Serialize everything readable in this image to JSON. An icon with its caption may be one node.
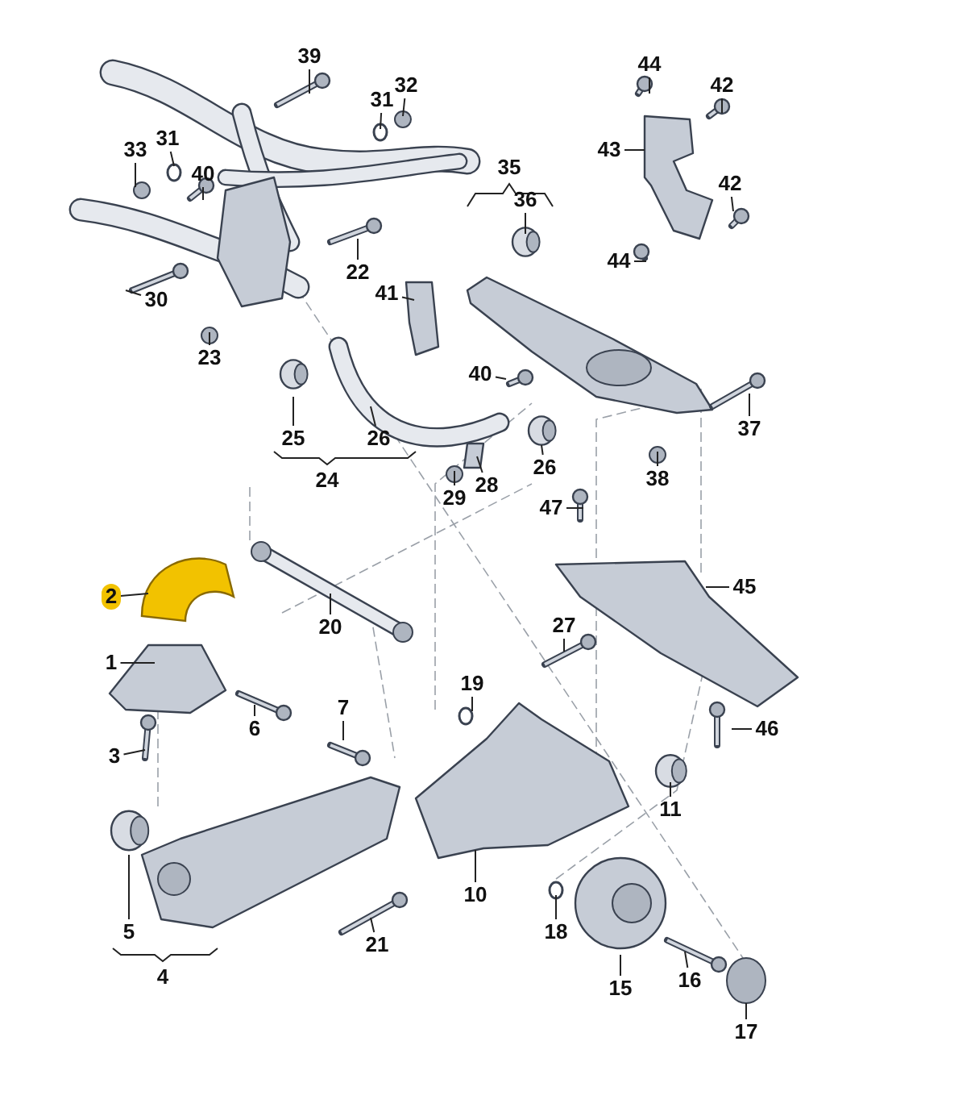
{
  "diagram": {
    "nodes": [
      {
        "text": [
          "39"
        ]
      },
      {
        "text": [
          "32"
        ]
      },
      {
        "text": [
          "31"
        ]
      },
      {
        "text": [
          "33"
        ]
      },
      {
        "text": [
          "31"
        ]
      },
      {
        "text": [
          "40"
        ]
      },
      {
        "text": [
          "30"
        ]
      },
      {
        "text": [
          "22"
        ]
      },
      {
        "text": [
          "23"
        ]
      },
      {
        "text": [
          "36"
        ]
      },
      {
        "text": [
          "44"
        ]
      },
      {
        "text": [
          "42"
        ]
      },
      {
        "text": [
          "43"
        ]
      },
      {
        "text": [
          "42"
        ]
      },
      {
        "text": [
          "44"
        ]
      },
      {
        "text": [
          "41"
        ]
      },
      {
        "text": [
          "40"
        ]
      },
      {
        "text": [
          "37"
        ]
      },
      {
        "text": [
          "25"
        ]
      },
      {
        "text": [
          "26"
        ]
      },
      {
        "text": [
          "26"
        ]
      },
      {
        "text": [
          "38"
        ]
      },
      {
        "text": [
          "29"
        ]
      },
      {
        "text": [
          "28"
        ]
      },
      {
        "text": [
          "47"
        ]
      },
      {
        "text": [
          "2"
        ]
      },
      {
        "text": [
          "20"
        ]
      },
      {
        "text": [
          "45"
        ]
      },
      {
        "text": [
          "27"
        ]
      },
      {
        "text": [
          "1"
        ]
      },
      {
        "text": [
          "19"
        ]
      },
      {
        "text": [
          "6"
        ]
      },
      {
        "text": [
          "7"
        ]
      },
      {
        "text": [
          "3"
        ]
      },
      {
        "text": [
          "46"
        ]
      },
      {
        "text": [
          "11"
        ]
      },
      {
        "text": [
          "10"
        ]
      },
      {
        "text": [
          "5"
        ]
      },
      {
        "text": [
          "21"
        ]
      },
      {
        "text": [
          "18"
        ]
      },
      {
        "text": [
          "16"
        ]
      },
      {
        "text": [
          "15"
        ]
      },
      {
        "text": [
          "17"
        ]
      },
      {
        "text": [],
        "shape": "picture"
      },
      {
        "text": [],
        "shape": "picture"
      }
    ],
    "edges": [
      {
        "from": 0,
        "to": null,
        "arrow": "none"
      },
      {
        "from": 1,
        "to": null,
        "arrow": "none"
      },
      {
        "from": 2,
        "to": null,
        "arrow": "none"
      },
      {
        "from": 3,
        "to": null,
        "arrow": "none"
      },
      {
        "from": 4,
        "to": null,
        "arrow": "none"
      },
      {
        "from": 5,
        "to": null,
        "arrow": "none"
      },
      {
        "from": 6,
        "to": null,
        "arrow": "none"
      },
      {
        "from": 7,
        "to": null,
        "arrow": "none"
      },
      {
        "from": 8,
        "to": null,
        "arrow": "none"
      },
      {
        "from": 9,
        "to": null,
        "arrow": "none"
      },
      {
        "from": 10,
        "to": null,
        "arrow": "none"
      },
      {
        "from": 11,
        "to": null,
        "arrow": "none"
      },
      {
        "from": 12,
        "to": 43,
        "arrow": "none"
      },
      {
        "from": 13,
        "to": null,
        "arrow": "none"
      },
      {
        "from": 14,
        "to": null,
        "arrow": "none"
      },
      {
        "from": 15,
        "to": null,
        "arrow": "none"
      },
      {
        "from": 16,
        "to": null,
        "arrow": "none"
      },
      {
        "from": 17,
        "to": null,
        "arrow": "none"
      },
      {
        "from": 18,
        "to": null,
        "arrow": "none"
      },
      {
        "from": 19,
        "to": null,
        "arrow": "none"
      },
      {
        "from": 20,
        "to": null,
        "arrow": "none"
      },
      {
        "from": 21,
        "to": null,
        "arrow": "none"
      },
      {
        "from": 22,
        "to": null,
        "arrow": "none"
      },
      {
        "from": 23,
        "to": null,
        "arrow": "none"
      },
      {
        "from": 24,
        "to": null,
        "arrow": "none"
      },
      {
        "from": 25,
        "to": null,
        "arrow": "none"
      },
      {
        "from": 26,
        "to": null,
        "arrow": "none"
      },
      {
        "from": 27,
        "to": null,
        "arrow": "none"
      },
      {
        "from": 28,
        "to": null,
        "arrow": "none"
      },
      {
        "from": 29,
        "to": null,
        "arrow": "none"
      },
      {
        "from": 30,
        "to": null,
        "arrow": "none"
      },
      {
        "from": 31,
        "to": null,
        "arrow": "none"
      },
      {
        "from": 32,
        "to": null,
        "arrow": "none"
      },
      {
        "from": 33,
        "to": null,
        "arrow": "none"
      },
      {
        "from": 34,
        "to": null,
        "arrow": "none"
      },
      {
        "from": 35,
        "to": null,
        "arrow": "none"
      },
      {
        "from": 36,
        "to": 44,
        "arrow": "none"
      },
      {
        "from": 37,
        "to": null,
        "arrow": "none"
      },
      {
        "from": 38,
        "to": null,
        "arrow": "none"
      },
      {
        "from": 39,
        "to": null,
        "arrow": "none"
      },
      {
        "from": 40,
        "to": null,
        "arrow": "none"
      },
      {
        "from": 41,
        "to": null,
        "arrow": "none"
      },
      {
        "from": 42,
        "to": null,
        "arrow": "none"
      }
    ],
    "labels": [
      "35",
      "24",
      "4"
    ]
  }
}
